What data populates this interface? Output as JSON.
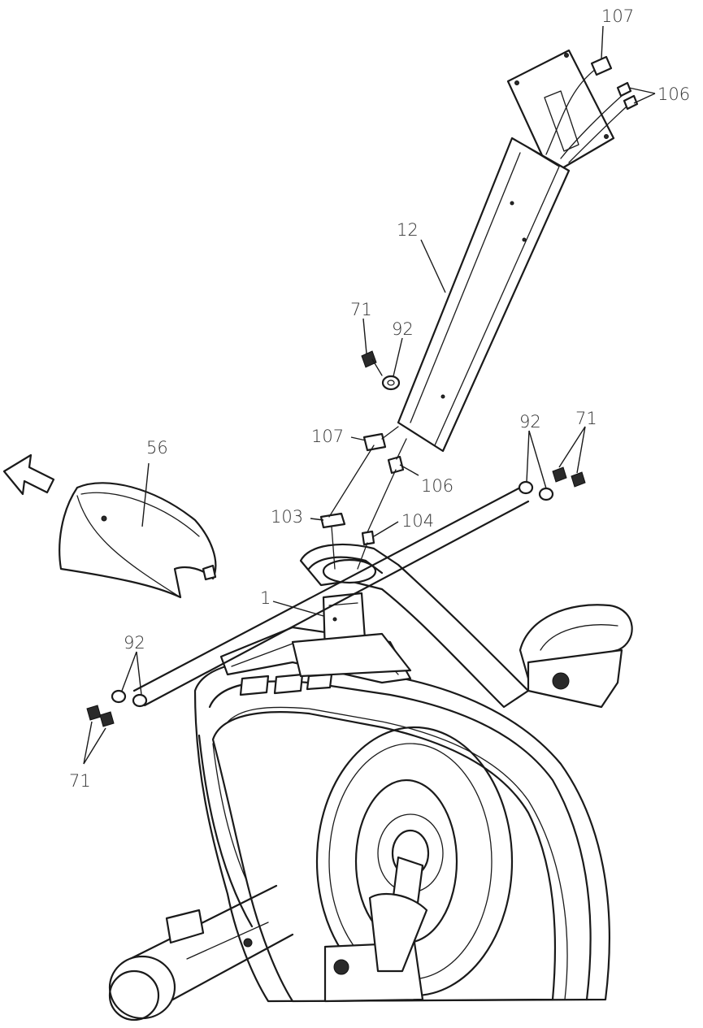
{
  "diagram": {
    "callouts": [
      {
        "id": "c-107-top",
        "text": "107"
      },
      {
        "id": "c-106-top",
        "text": "106"
      },
      {
        "id": "c-12",
        "text": "12"
      },
      {
        "id": "c-71-upper",
        "text": "71"
      },
      {
        "id": "c-92-upper",
        "text": "92"
      },
      {
        "id": "c-107-mid",
        "text": "107"
      },
      {
        "id": "c-106-mid",
        "text": "106"
      },
      {
        "id": "c-103",
        "text": "103"
      },
      {
        "id": "c-104",
        "text": "104"
      },
      {
        "id": "c-56",
        "text": "56"
      },
      {
        "id": "c-1",
        "text": "1"
      },
      {
        "id": "c-92-right",
        "text": "92"
      },
      {
        "id": "c-71-right",
        "text": "71"
      },
      {
        "id": "c-92-left",
        "text": "92"
      },
      {
        "id": "c-71-left",
        "text": "71"
      }
    ]
  }
}
